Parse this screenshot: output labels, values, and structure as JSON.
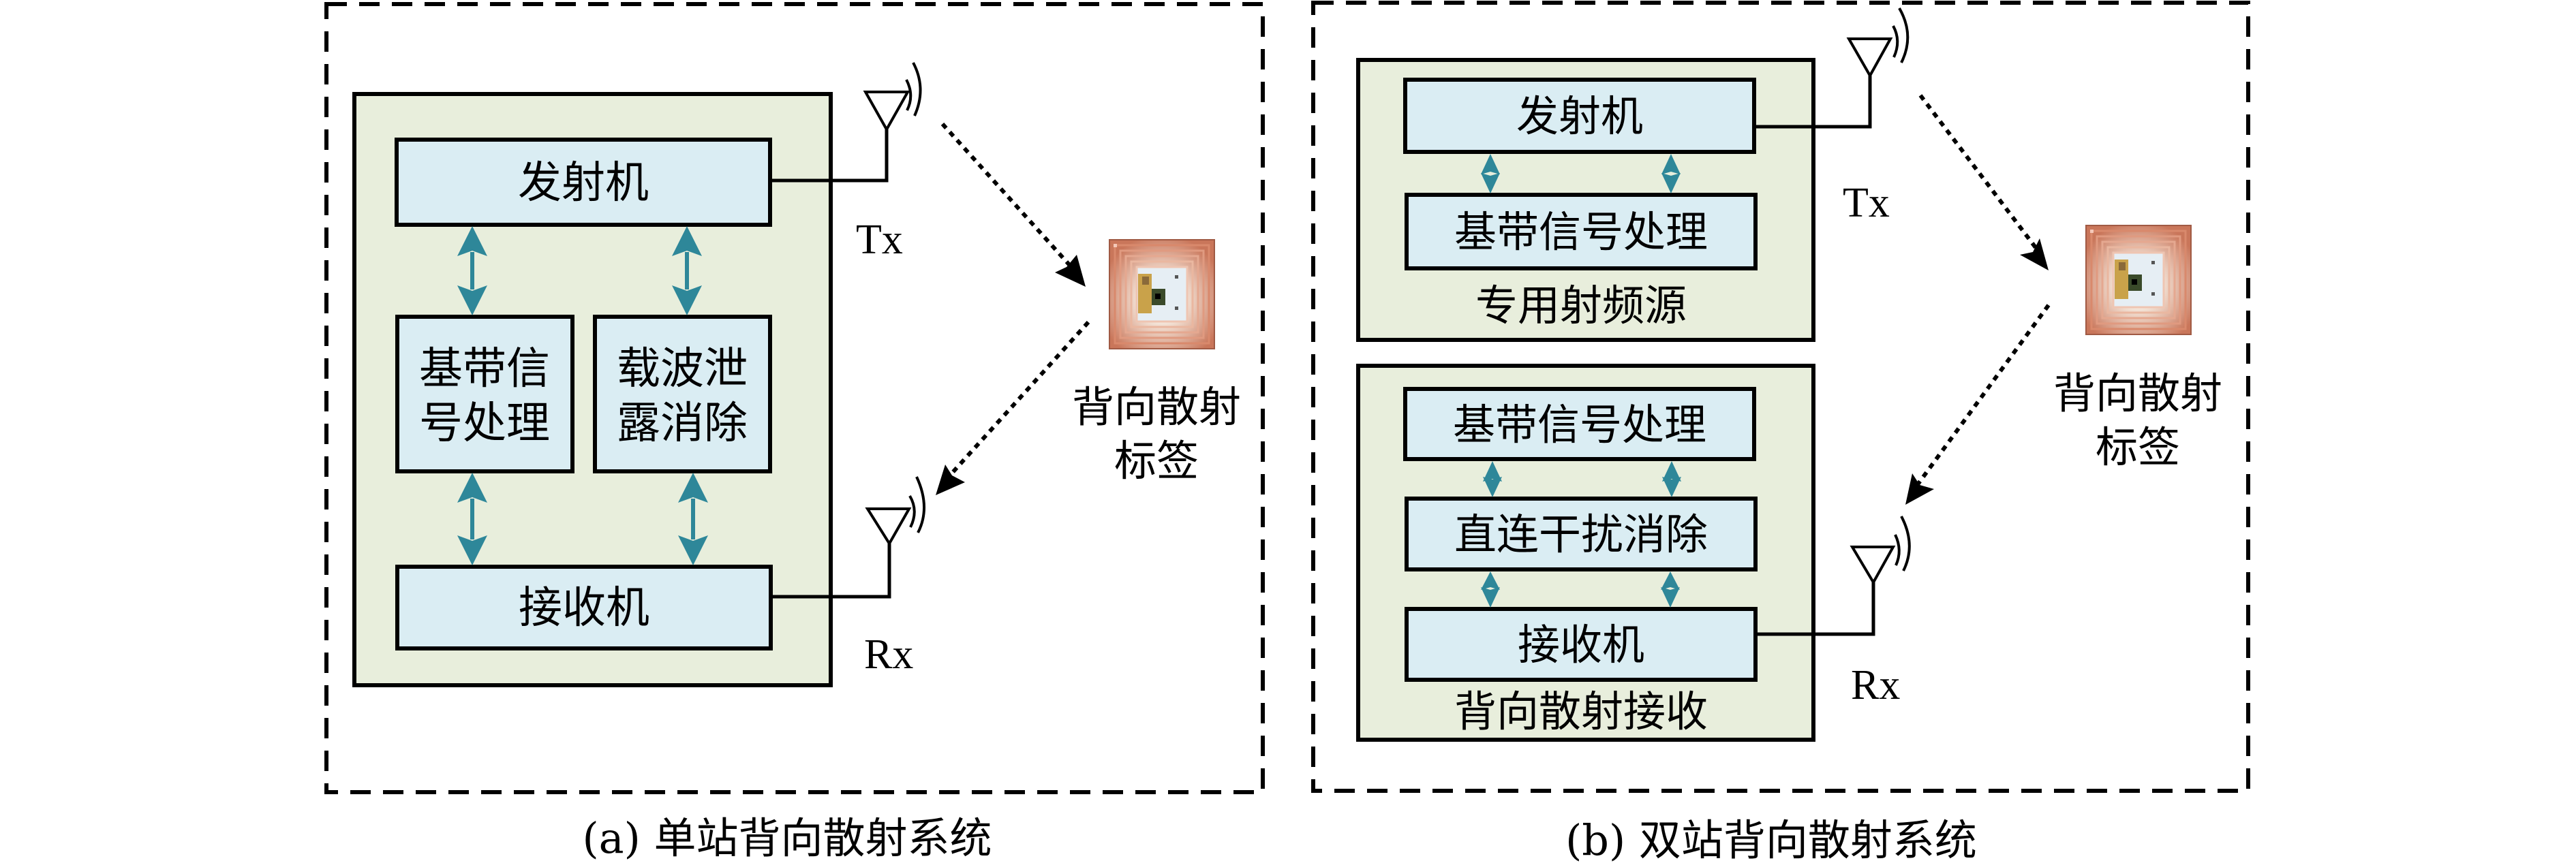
{
  "figure": {
    "panel_a": {
      "caption": "(a) 单站背向散射系统",
      "blocks": {
        "transmitter": "发射机",
        "baseband_line1": "基带信",
        "baseband_line2": "号处理",
        "carrier_cancel_line1": "载波泄",
        "carrier_cancel_line2": "露消除",
        "receiver": "接收机"
      },
      "tx_label": "Tx",
      "rx_label": "Rx",
      "tag_label_line1": "背向散射",
      "tag_label_line2": "标签"
    },
    "panel_b": {
      "caption": "(b) 双站背向散射系统",
      "rf_source": {
        "title": "专用射频源",
        "transmitter": "发射机",
        "baseband": "基带信号处理"
      },
      "backscatter_receiver": {
        "title": "背向散射接收",
        "baseband": "基带信号处理",
        "interference_cancel": "直连干扰消除",
        "receiver": "接收机"
      },
      "tx_label": "Tx",
      "rx_label": "Rx",
      "tag_label_line1": "背向散射",
      "tag_label_line2": "标签"
    },
    "colors": {
      "group_fill": "#E8EEDC",
      "block_fill": "#DAEDF3",
      "link_arrow": "#2E8799",
      "tag_copper": "#C9765A"
    }
  }
}
